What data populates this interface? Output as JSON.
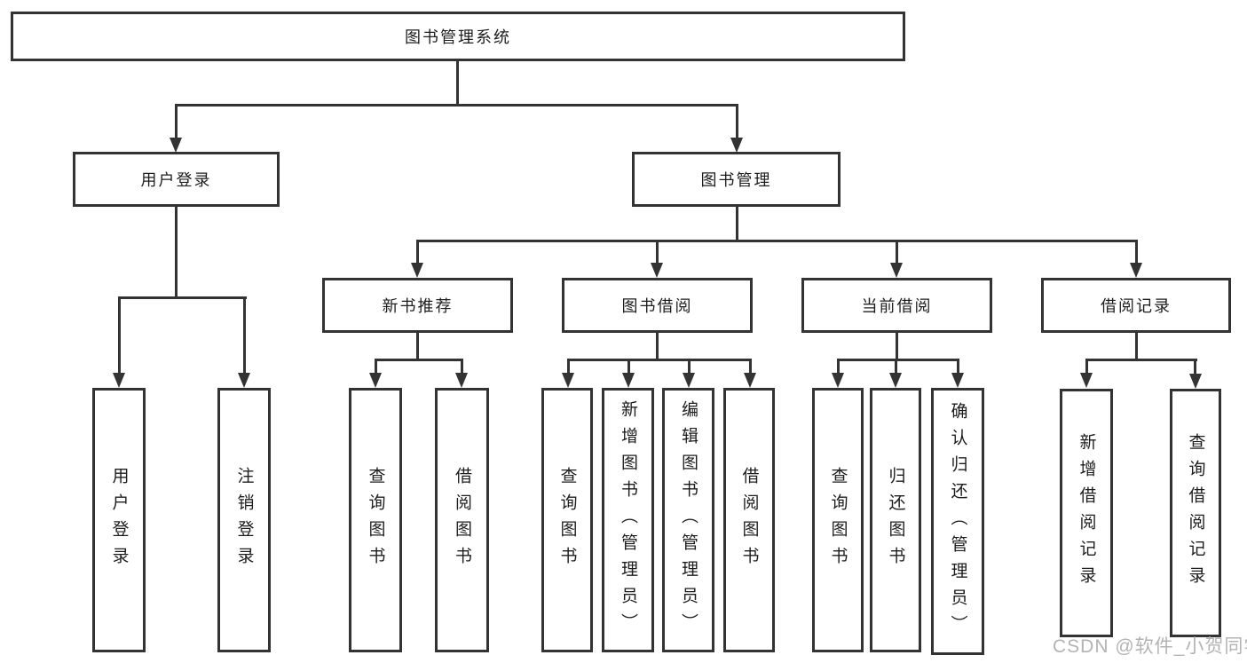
{
  "colors": {
    "line": "#333333",
    "text": "#1d1d1d",
    "watermark": "#b3b3b3",
    "background": "#ffffff"
  },
  "nodes": {
    "root": "图书管理系统",
    "user_login": "用户登录",
    "book_mgmt": "图书管理",
    "new_book_rec": "新书推荐",
    "book_borrow": "图书借阅",
    "current_borrow": "当前借阅",
    "borrow_record": "借阅记录",
    "leaf_user_login": "用户登录",
    "leaf_logout": "注销登录",
    "leaf_query_book_newrec": "查询图书",
    "leaf_borrow_book_newrec": "借阅图书",
    "leaf_query_book_borrow": "查询图书",
    "leaf_add_book_admin": "新增图书（管理员）",
    "leaf_edit_book_admin": "编辑图书（管理员）",
    "leaf_borrow_book_borrow": "借阅图书",
    "leaf_query_book_current": "查询图书",
    "leaf_return_book": "归还图书",
    "leaf_confirm_return_admin": "确认归还（管理员）",
    "leaf_add_borrow_record": "新增借阅记录",
    "leaf_query_borrow_record": "查询借阅记录"
  },
  "watermark": "CSDN @软件_小贺同学"
}
